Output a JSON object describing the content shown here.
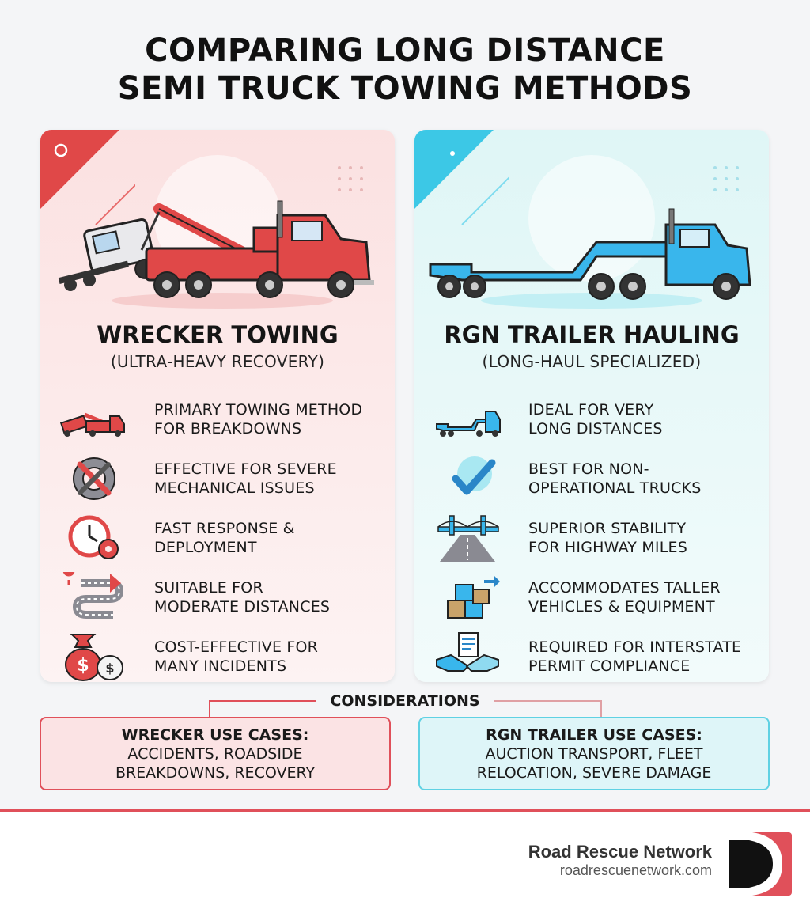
{
  "title": {
    "line1": "COMPARING LONG DISTANCE",
    "line2": "SEMI TRUCK TOWING METHODS"
  },
  "left_card": {
    "title": "WRECKER TOWING",
    "subtitle": "(ULTRA-HEAVY RECOVERY)",
    "hero_icon": "wrecker-tow-truck-icon",
    "items": [
      {
        "icon": "tow-truck-icon",
        "line1": "PRIMARY TOWING METHOD",
        "line2": "FOR BREAKDOWNS"
      },
      {
        "icon": "wrench-gear-icon",
        "line1": "EFFECTIVE FOR SEVERE",
        "line2": "MECHANICAL ISSUES"
      },
      {
        "icon": "clock-gear-icon",
        "line1": "FAST RESPONSE &",
        "line2": "DEPLOYMENT"
      },
      {
        "icon": "winding-route-icon",
        "line1": "SUITABLE FOR",
        "line2": "MODERATE DISTANCES"
      },
      {
        "icon": "money-bags-icon",
        "line1": "COST-EFFECTIVE FOR",
        "line2": "MANY INCIDENTS"
      }
    ]
  },
  "right_card": {
    "title": "RGN TRAILER HAULING",
    "subtitle": "(LONG-HAUL SPECIALIZED)",
    "hero_icon": "rgn-trailer-truck-icon",
    "items": [
      {
        "icon": "lowboy-trailer-icon",
        "line1": "IDEAL FOR VERY",
        "line2": "LONG DISTANCES"
      },
      {
        "icon": "checkmark-icon",
        "line1": "BEST FOR NON-",
        "line2": "OPERATIONAL TRUCKS"
      },
      {
        "icon": "bridge-highway-icon",
        "line1": "SUPERIOR STABILITY",
        "line2": "FOR HIGHWAY MILES"
      },
      {
        "icon": "stacked-boxes-icon",
        "line1": "ACCOMMODATES TALLER",
        "line2": "VEHICLES & EQUIPMENT"
      },
      {
        "icon": "handshake-document-icon",
        "line1": "REQUIRED FOR INTERSTATE",
        "line2": "PERMIT COMPLIANCE"
      }
    ]
  },
  "considerations": {
    "label": "CONSIDERATIONS",
    "wrecker": {
      "title": "WRECKER USE CASES:",
      "line1": "ACCIDENTS, ROADSIDE",
      "line2": "BREAKDOWNS, RECOVERY"
    },
    "rgn": {
      "title": "RGN TRAILER USE CASES:",
      "line1": "AUCTION TRANSPORT, FLEET",
      "line2": "RELOCATION, SEVERE DAMAGE"
    }
  },
  "footer": {
    "brand_name": "Road Rescue Network",
    "brand_url": "roadrescuenetwork.com",
    "logo_icon": "road-rescue-logo-icon"
  },
  "colors": {
    "accent_red": "#e0505a",
    "accent_cyan": "#3cc8e6",
    "truck_red": "#e04848",
    "truck_blue": "#39b6ec"
  }
}
